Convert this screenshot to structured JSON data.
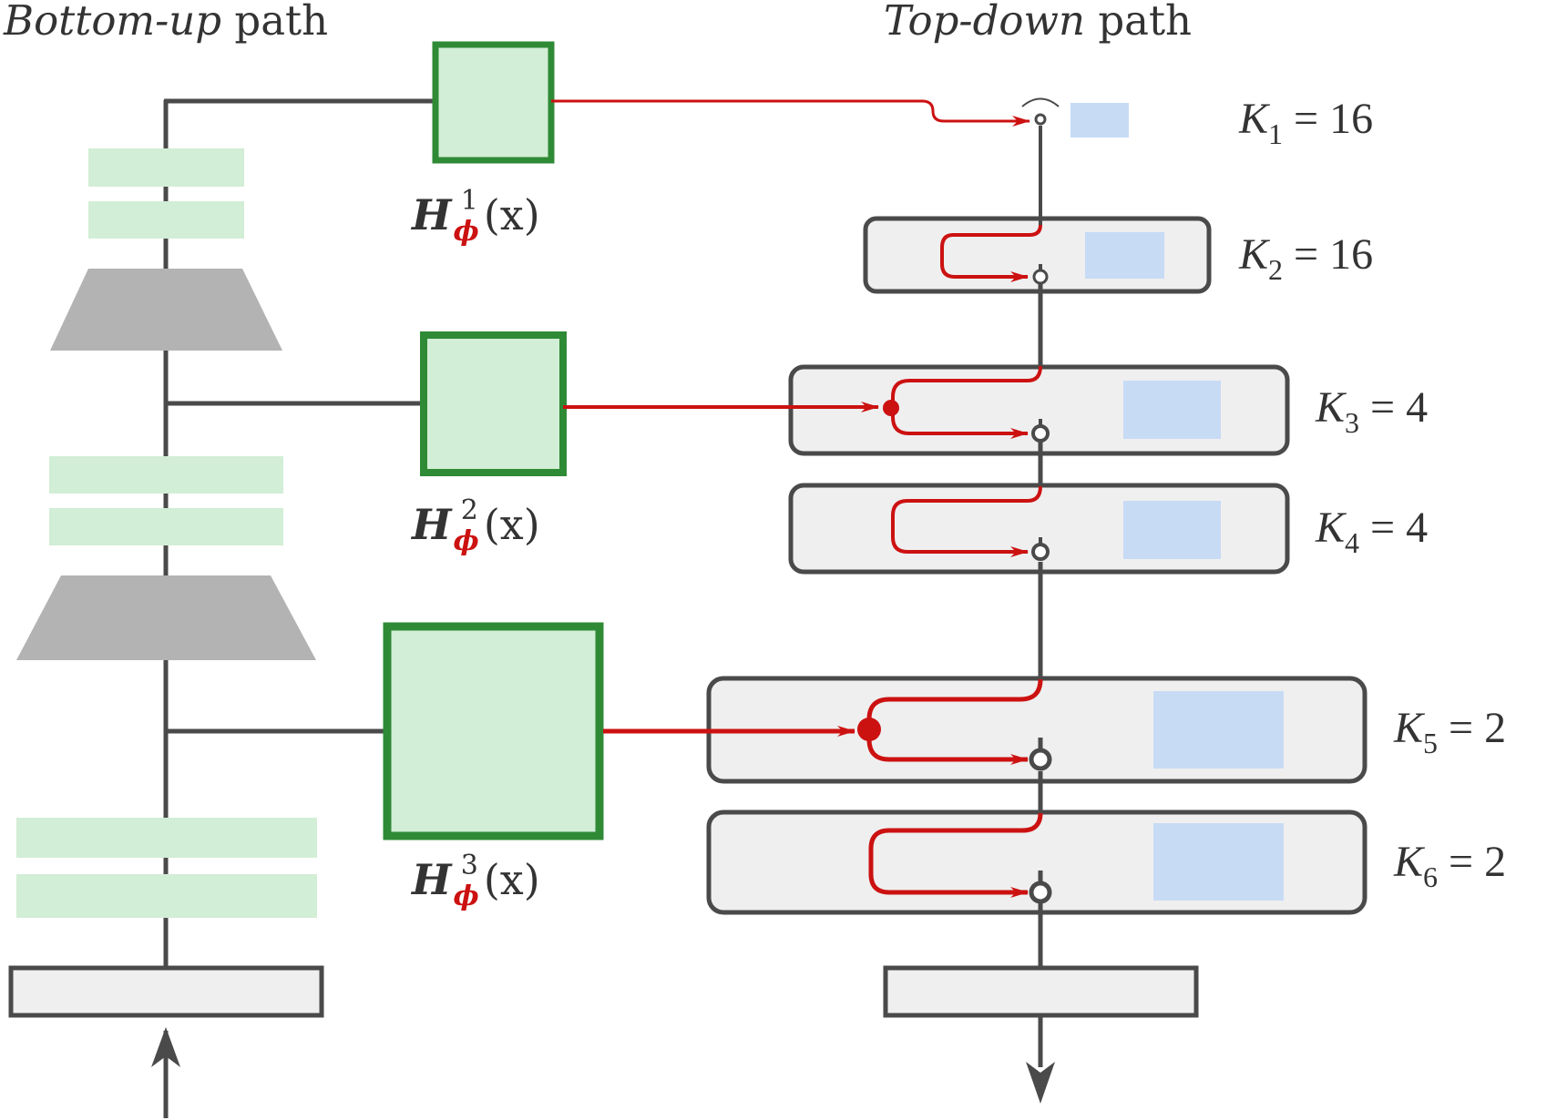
{
  "titles": {
    "bottom_up_italic": "Bottom-up",
    "bottom_up_rest": " path",
    "top_down_italic": "Top-down",
    "top_down_rest": " path"
  },
  "encoders": [
    {
      "base": "H",
      "sub": "ϕ",
      "sup": "1",
      "arg": "(x)"
    },
    {
      "base": "H",
      "sub": "ϕ",
      "sup": "2",
      "arg": "(x)"
    },
    {
      "base": "H",
      "sub": "ϕ",
      "sup": "3",
      "arg": "(x)"
    }
  ],
  "levels": [
    {
      "var": "K",
      "sub": "1",
      "eq": " = 16"
    },
    {
      "var": "K",
      "sub": "2",
      "eq": " = 16"
    },
    {
      "var": "K",
      "sub": "3",
      "eq": " = 4"
    },
    {
      "var": "K",
      "sub": "4",
      "eq": " = 4"
    },
    {
      "var": "K",
      "sub": "5",
      "eq": " = 2"
    },
    {
      "var": "K",
      "sub": "6",
      "eq": " = 2"
    }
  ],
  "colors": {
    "line": "#4a4a4a",
    "red": "#cc1111",
    "green_border": "#2f8a36",
    "green_fill": "#d2eed6",
    "grey_trapezoid": "#b3b3b3",
    "block_fill": "#efefef",
    "latent_fill": "#c7dbf5"
  }
}
